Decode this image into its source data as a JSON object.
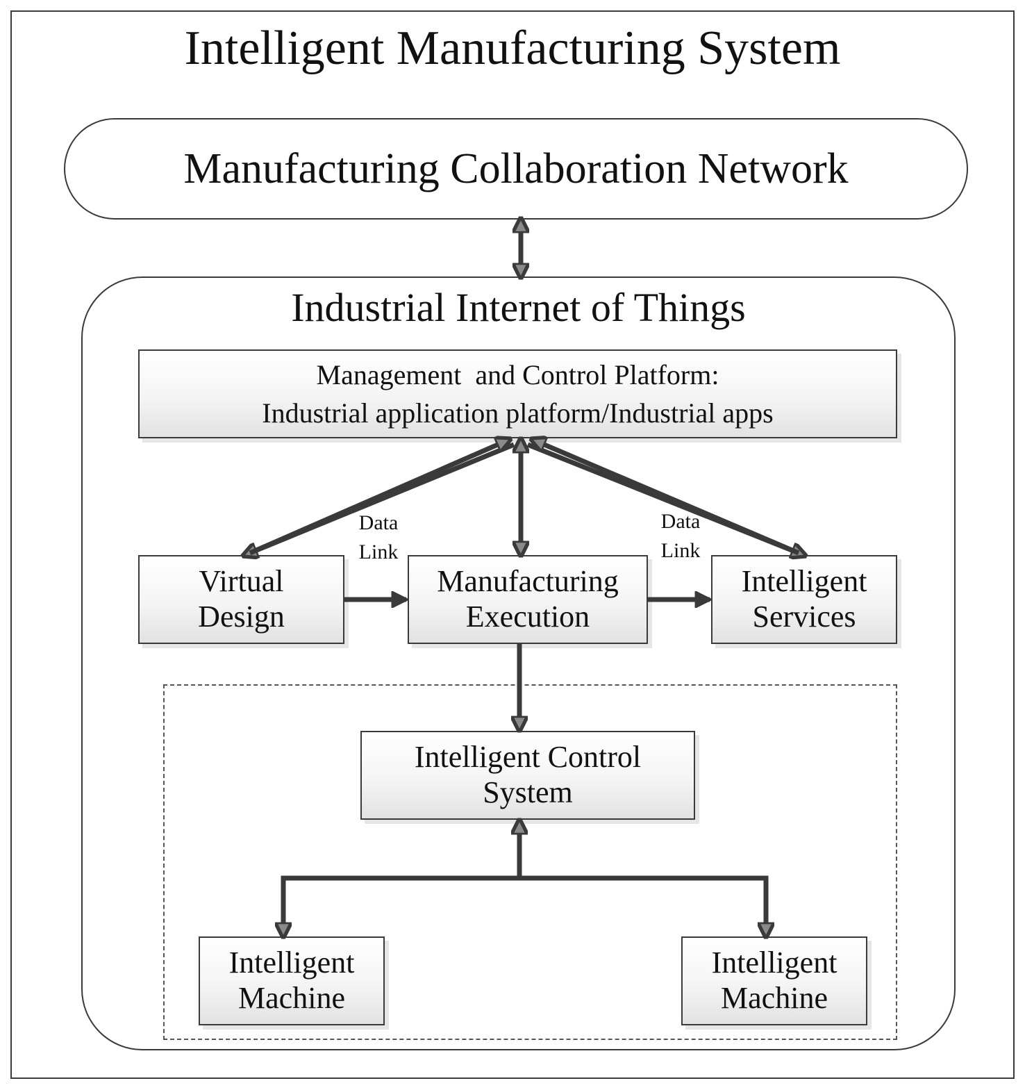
{
  "diagram": {
    "title": "Intelligent Manufacturing System",
    "collaboration_network": "Manufacturing Collaboration Network",
    "iiot": {
      "title": "Industrial Internet of Things",
      "platform": {
        "line1": "Management  and Control Platform:",
        "line2": "Industrial application platform/Industrial apps"
      },
      "virtual_design": {
        "line1": "Virtual",
        "line2": "Design"
      },
      "manufacturing_execution": {
        "line1": "Manufacturing",
        "line2": "Execution"
      },
      "intelligent_services": {
        "line1": "Intelligent",
        "line2": "Services"
      },
      "data_link_left": {
        "line1": "Data",
        "line2": "Link"
      },
      "data_link_right": {
        "line1": "Data",
        "line2": "Link"
      },
      "control_system": {
        "line1": "Intelligent Control",
        "line2": "System"
      },
      "machine_left": {
        "line1": "Intelligent",
        "line2": "Machine"
      },
      "machine_right": {
        "line1": "Intelligent",
        "line2": "Machine"
      }
    },
    "colors": {
      "stroke": "#3a3a3a",
      "arrow_fill": "#888888"
    }
  }
}
